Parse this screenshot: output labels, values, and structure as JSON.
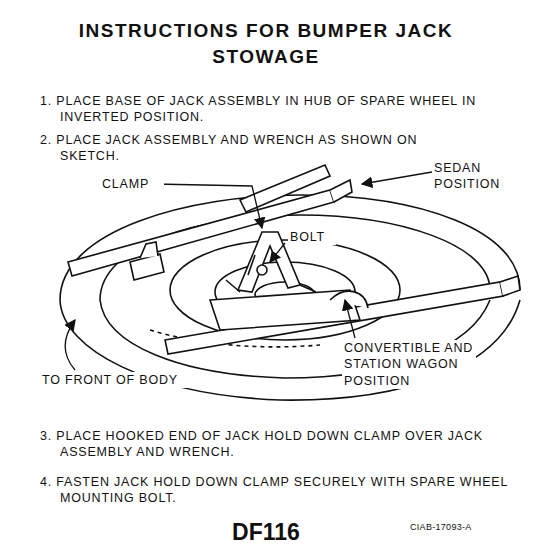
{
  "diagram": {
    "title": "INSTRUCTIONS FOR BUMPER JACK STOWAGE",
    "caption": "DF116",
    "labels": [
      "1. PLACE BASE OF JACK ASSEMBLY IN HUB OF SPARE WHEEL IN INVERTED POSITION.",
      "2. PLACE JACK ASSEMBLY AND WRENCH AS SHOWN ON SKETCH.",
      "CLAMP",
      "SEDAN POSITION",
      "BOLT",
      "CONVERTIBLE AND STATION WAGON POSITION",
      "TO FRONT OF BODY",
      "3. PLACE HOOKED END OF JACK HOLD DOWN CLAMP OVER JACK ASSEMBLY AND WRENCH.",
      "4. FASTEN JACK HOLD DOWN CLAMP SECURELY WITH SPARE WHEEL MOUNTING BOLT.",
      "CIAB-17093-A"
    ]
  }
}
